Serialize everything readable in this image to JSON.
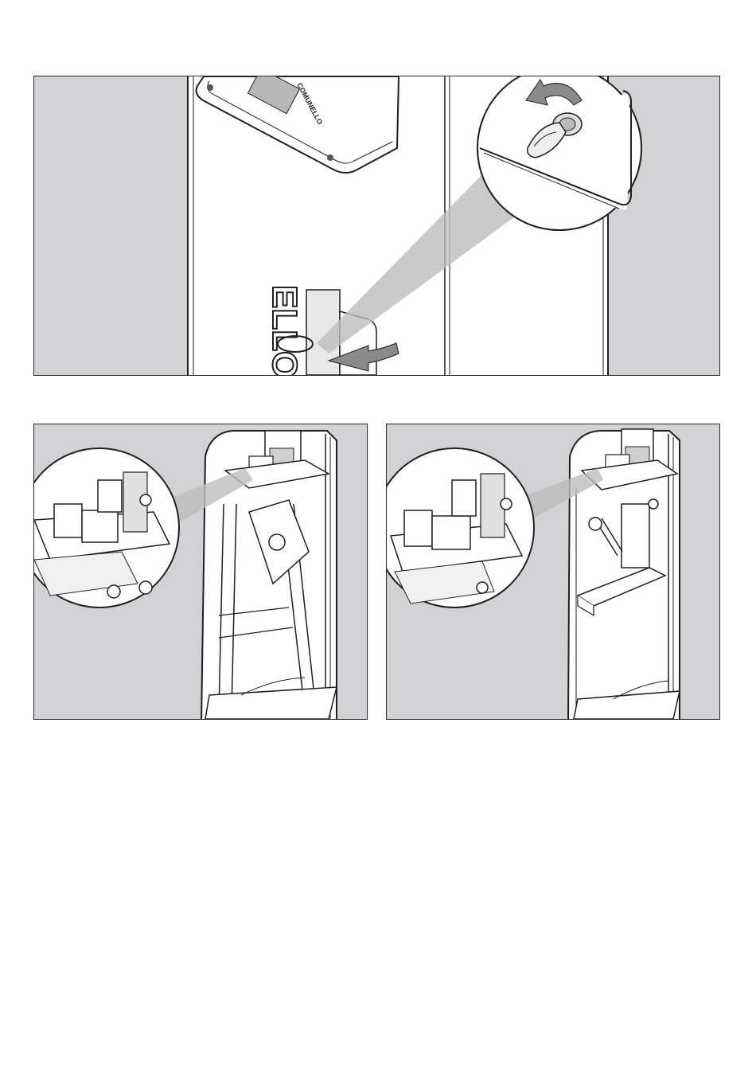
{
  "figure_top": {
    "brand_text": "ELLO",
    "brand_text_partial": "L",
    "control_box_text": "COMUNELLO",
    "icons": [
      "key-icon",
      "rotate-arrow-icon",
      "pull-arrow-icon"
    ]
  },
  "figure_bottom_left": {
    "icons": [
      "cable-tray-icon",
      "control-board-icon"
    ]
  },
  "figure_bottom_right": {
    "icons": [
      "cable-tray-icon",
      "control-board-icon"
    ]
  },
  "colors": {
    "panel_bg": "#d2d2d4",
    "arrow_fill": "#8a8a8a",
    "line": "#1f1f1f",
    "zoom_beam": "#bdbdbd"
  }
}
